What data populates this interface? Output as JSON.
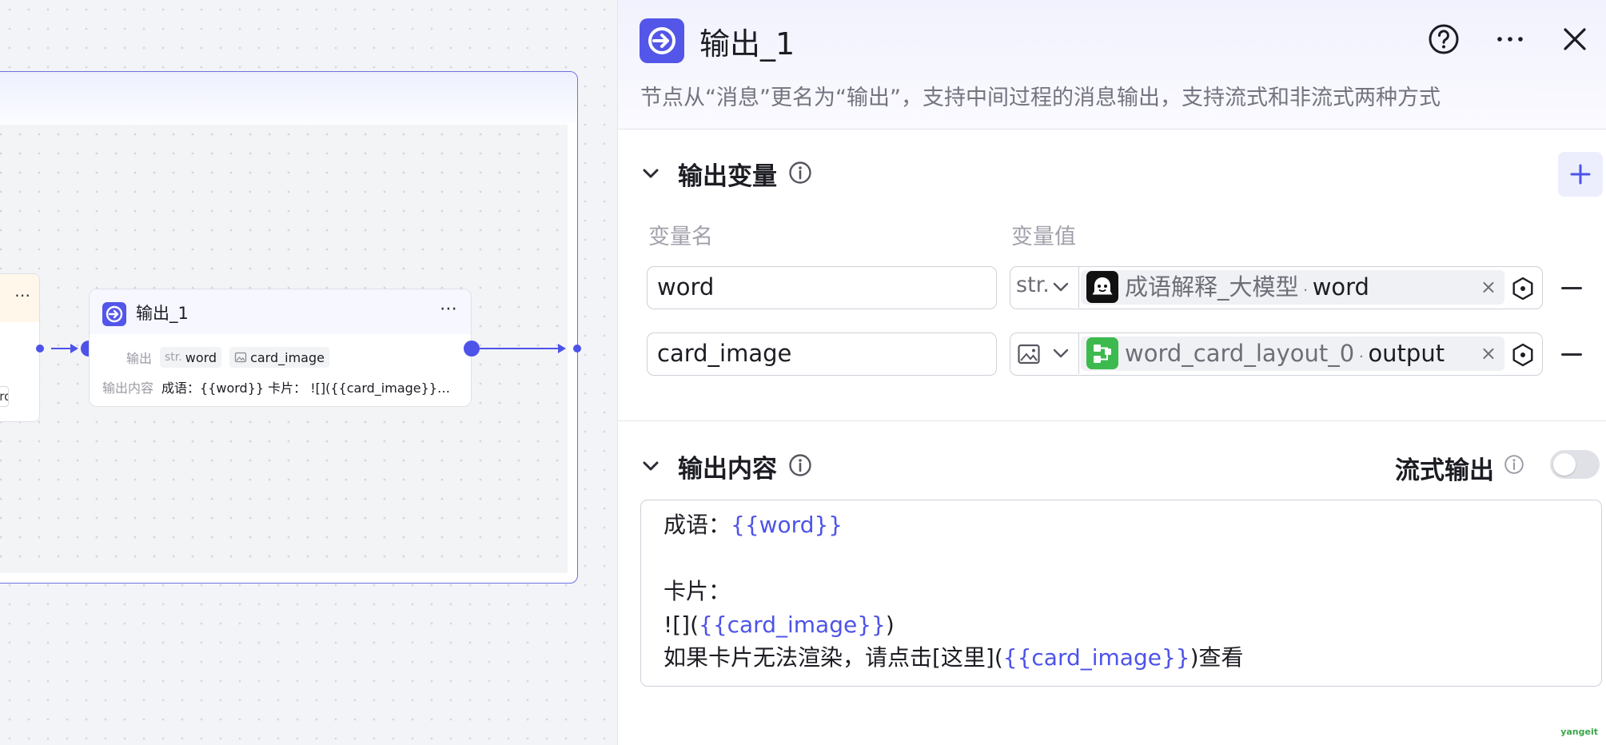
{
  "canvas": {
    "prev_node_tag": "ard",
    "node": {
      "title": "输出_1",
      "output_label": "输出",
      "tags": [
        {
          "type": "str.",
          "name": "word"
        },
        {
          "type": "image-icon",
          "name": "card_image"
        }
      ],
      "content_label": "输出内容",
      "content_preview": "成语：{{word}} 卡片： ![]({{card_image}}) 如…"
    }
  },
  "panel": {
    "title": "输出_1",
    "description": "节点从“消息”更名为“输出”，支持中间过程的消息输出，支持流式和非流式两种方式",
    "icons": [
      "help-icon",
      "more-icon",
      "close-icon"
    ],
    "output_vars": {
      "title": "输出变量",
      "col_name": "变量名",
      "col_value": "变量值",
      "rows": [
        {
          "name": "word",
          "type": "str.",
          "source": "成语解释_大模型",
          "field": "word"
        },
        {
          "name": "card_image",
          "type": "image-icon",
          "source": "word_card_layout_0",
          "field": "output"
        }
      ]
    },
    "output_content": {
      "title": "输出内容",
      "stream_label": "流式输出",
      "stream_enabled": false,
      "lines": [
        [
          {
            "t": "成语："
          },
          {
            "t": "{{word}}",
            "v": true
          }
        ],
        [],
        [
          {
            "t": "卡片："
          }
        ],
        [
          {
            "t": "![]("
          },
          {
            "t": "{{card_image}}",
            "v": true
          },
          {
            "t": ")"
          }
        ],
        [
          {
            "t": "如果卡片无法渲染，请点击[这里]("
          },
          {
            "t": "{{card_image}}",
            "v": true
          },
          {
            "t": ")查看"
          }
        ]
      ]
    },
    "watermark": "yangeit",
    "colors": {
      "accent": "#4d53e8",
      "chip_bg": "#f0f1f4",
      "llm_icon": "#111111",
      "layout_icon": "#3dba4e"
    }
  }
}
